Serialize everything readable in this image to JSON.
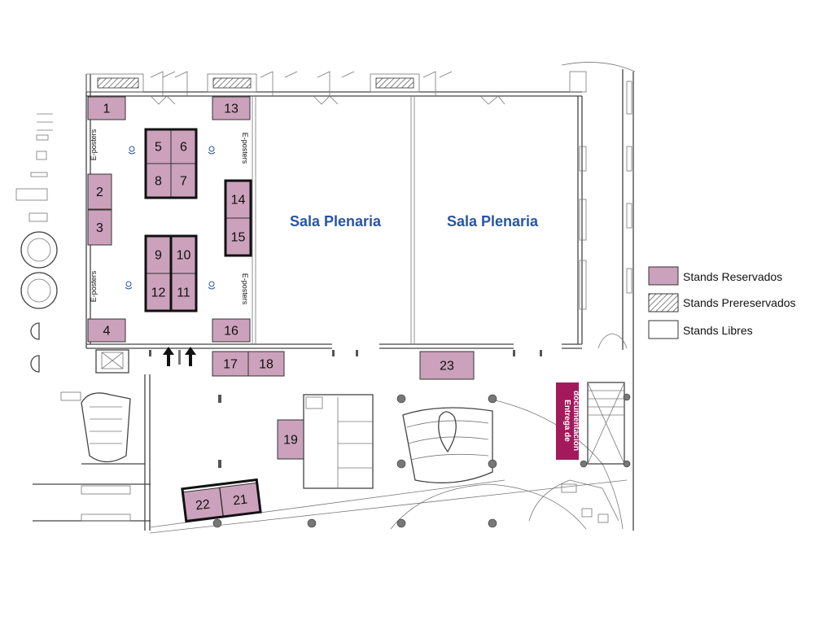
{
  "map": {
    "halls": [
      "Sala Plenaria",
      "Sala Plenaria"
    ],
    "eposters_label": "E-posters",
    "entrega_label": [
      "Entrega de",
      "documentación"
    ],
    "stands": [
      "1",
      "2",
      "3",
      "4",
      "5",
      "6",
      "7",
      "8",
      "9",
      "10",
      "11",
      "12",
      "13",
      "14",
      "15",
      "16",
      "17",
      "18",
      "19",
      "21",
      "22",
      "23"
    ]
  },
  "legend": {
    "items": [
      {
        "key": "reservados",
        "label": "Stands Reservados"
      },
      {
        "key": "prereservados",
        "label": "Stands Prereservados"
      },
      {
        "key": "libres",
        "label": "Stands Libres"
      }
    ]
  },
  "colors": {
    "reserved": "#cba1bb",
    "hall_label": "#2a55a0",
    "entrega": "#a3195b"
  }
}
